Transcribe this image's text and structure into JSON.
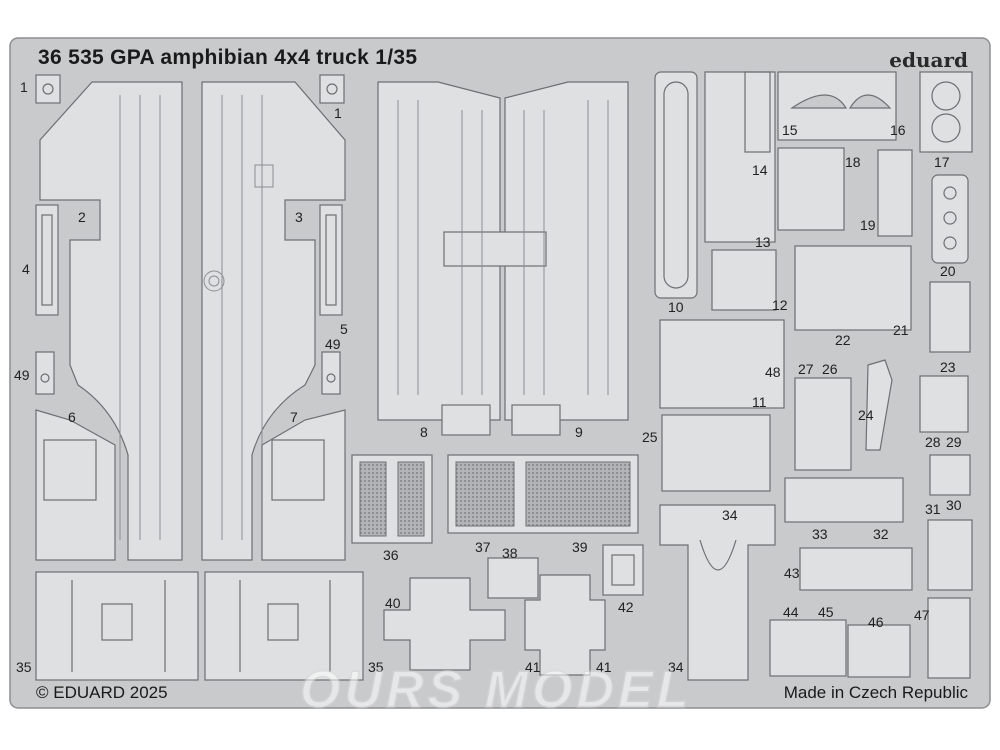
{
  "header": {
    "title": "36 535   GPA amphibian 4x4 truck   1/35",
    "brand": "eduard"
  },
  "footer": {
    "copyright": "© EDUARD 2025",
    "origin": "Made in Czech Republic"
  },
  "watermark": "OURS MODEL",
  "part_numbers": {
    "p1a": "1",
    "p1b": "1",
    "p2": "2",
    "p3": "3",
    "p4": "4",
    "p5": "5",
    "p6": "6",
    "p7": "7",
    "p8": "8",
    "p9": "9",
    "p10": "10",
    "p11": "11",
    "p12": "12",
    "p13": "13",
    "p14": "14",
    "p15": "15",
    "p16": "16",
    "p17": "17",
    "p18": "18",
    "p19": "19",
    "p20": "20",
    "p21": "21",
    "p22": "22",
    "p23": "23",
    "p24": "24",
    "p25": "25",
    "p26": "26",
    "p27": "27",
    "p28": "28",
    "p29": "29",
    "p30": "30",
    "p31": "31",
    "p32": "32",
    "p33": "33",
    "p34a": "34",
    "p34b": "34",
    "p35a": "35",
    "p35b": "35",
    "p36": "36",
    "p37": "37",
    "p38": "38",
    "p39": "39",
    "p40": "40",
    "p41a": "41",
    "p41b": "41",
    "p42": "42",
    "p43": "43",
    "p44": "44",
    "p45": "45",
    "p46": "46",
    "p47": "47",
    "p48": "48",
    "p49a": "49",
    "p49b": "49"
  },
  "colors": {
    "fret": "#c9cacc",
    "part": "#dfe0e2",
    "line": "#6e6f72"
  }
}
